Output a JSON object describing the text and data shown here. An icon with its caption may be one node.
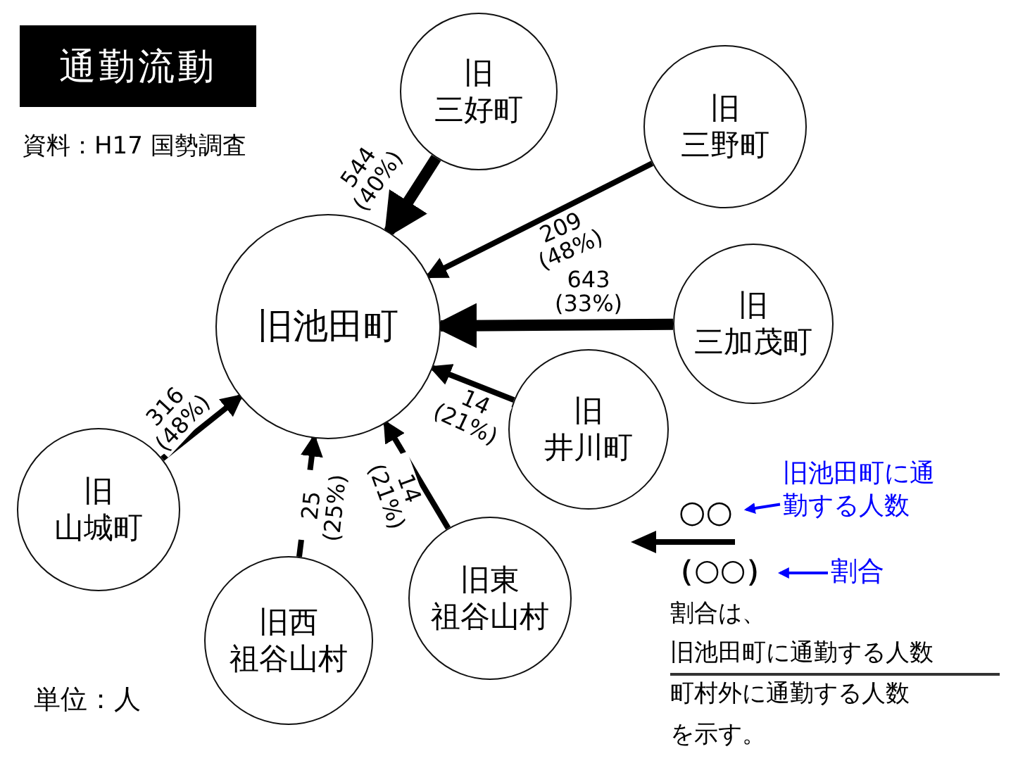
{
  "diagram": {
    "title": "通勤流動",
    "nodes": [
      {
        "text": [
          "旧池田町"
        ]
      },
      {
        "text": [
          "旧",
          "三好町"
        ]
      },
      {
        "text": [
          "旧",
          "三野町"
        ]
      },
      {
        "text": [
          "旧",
          "三加茂町"
        ]
      },
      {
        "text": [
          "旧",
          "井川町"
        ]
      },
      {
        "text": [
          "旧",
          "山城町"
        ]
      },
      {
        "text": [
          "旧西",
          "祖谷山村"
        ]
      },
      {
        "text": [
          "旧東",
          "祖谷山村"
        ]
      },
      {
        "text": [
          "○○"
        ]
      },
      {
        "text": [
          "旧池田町に通勤する人数"
        ]
      },
      {
        "text": [
          "（○○）"
        ]
      },
      {
        "text": [
          "割合"
        ]
      }
    ],
    "edges": [
      {
        "from": 1,
        "to": 0,
        "arrow": "to",
        "label": "544 (40%)",
        "style": "thick"
      },
      {
        "from": 2,
        "to": 0,
        "arrow": "to",
        "label": "209 (48%)"
      },
      {
        "from": 3,
        "to": 0,
        "arrow": "to",
        "label": "643 (33%)",
        "style": "thick"
      },
      {
        "from": 4,
        "to": 0,
        "arrow": "to",
        "label": "14 (21%)"
      },
      {
        "from": 5,
        "to": 0,
        "arrow": "to",
        "label": "316 (48%)"
      },
      {
        "from": 6,
        "to": 0,
        "arrow": "to",
        "label": "25 (25%)"
      },
      {
        "from": 7,
        "to": 0,
        "arrow": "to",
        "label": "14 (21%)"
      },
      {
        "from": 9,
        "to": 8,
        "arrow": "to",
        "color": "#0000ff"
      },
      {
        "from": 11,
        "to": 10,
        "arrow": "to",
        "color": "#0000ff"
      }
    ],
    "labels": [
      "資料：H17 国勢調査",
      "単位：人",
      "割合は、",
      "旧池田町に通勤する人数",
      "町村外に通勤する人数",
      "を示す。"
    ]
  }
}
